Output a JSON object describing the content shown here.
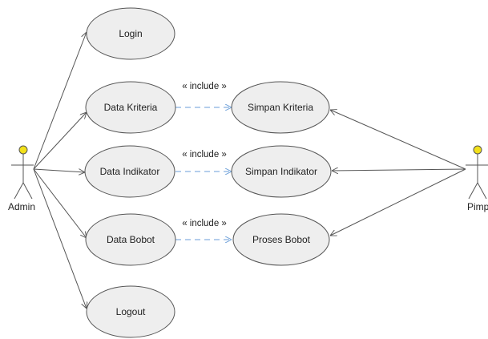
{
  "actors": {
    "admin": "Admin",
    "pimpinan": "Pimpinan"
  },
  "use_cases": {
    "login": "Login",
    "data_kriteria": "Data Kriteria",
    "data_indikator": "Data Indikator",
    "data_bobot": "Data Bobot",
    "logout": "Logout",
    "simpan_kriteria": "Simpan Kriteria",
    "simpan_indikator": "Simpan Indikator",
    "proses_bobot": "Proses Bobot"
  },
  "stereotypes": {
    "include_1": "« include »",
    "include_2": "« include »",
    "include_3": "« include »"
  }
}
